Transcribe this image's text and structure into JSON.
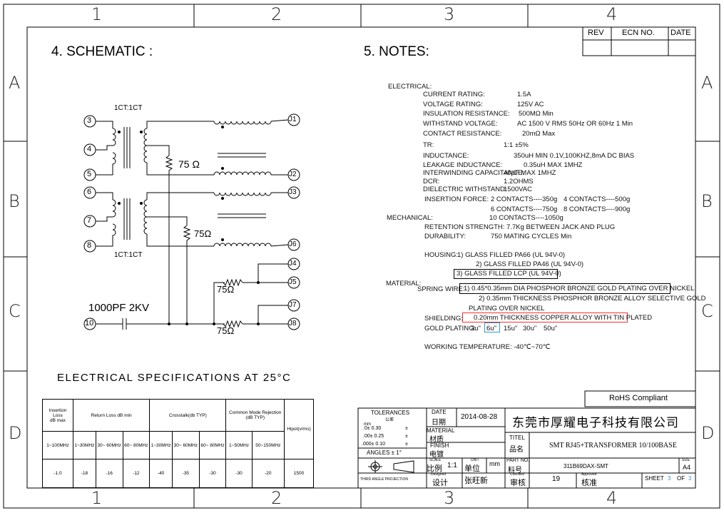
{
  "zones": {
    "cols": [
      "1",
      "2",
      "3",
      "4"
    ],
    "rows": [
      "A",
      "B",
      "C",
      "D"
    ]
  },
  "rev_block": {
    "rev": "REV",
    "ecn": "ECN NO.",
    "date": "DATE"
  },
  "schematic": {
    "heading": "4. SCHEMATIC :",
    "ratio_top": "1CT:1CT",
    "ratio_bottom": "1CT:1CT",
    "left_pins": [
      "3",
      "4",
      "5",
      "6",
      "7",
      "8"
    ],
    "right_pins": [
      "J1",
      "J2",
      "J3",
      "J6",
      "J4",
      "J5",
      "J7",
      "J8"
    ],
    "pin10": "10",
    "res1": "75 Ω",
    "res2": "75Ω",
    "res3": "75Ω",
    "res4": "75Ω",
    "cap_label": "1000PF  2KV"
  },
  "spec_heading": "ELECTRICAL  SPECIFICATIONS  AT 25°C",
  "spec_table": {
    "h_insertion": [
      "Insertion",
      "Loss",
      "dB max"
    ],
    "h_return": "Return Loss dB min",
    "h_crosstalk": "Crosstalk(db TYP)",
    "h_cmr": [
      "Common Mode Rejection",
      "(dB TYP)"
    ],
    "h_hipot": "Hipot(vrms)",
    "sub": [
      "1~100MHz",
      "1~30MHz",
      "30~ 60MHz",
      "60~ 80MHz",
      "1~30MHz",
      "30~ 60MHz",
      "60~ 80MHz",
      "1~50MHz",
      "50~150MHz"
    ],
    "vals": [
      "-1.0",
      "-18",
      "-16",
      "-12",
      "-40",
      "-35",
      "-30",
      "-30",
      "-20",
      "1500"
    ]
  },
  "notes": {
    "heading": "5. NOTES:",
    "electrical_label": "ELECTRICAL:",
    "elec": [
      {
        "k": "CURRENT RATING:",
        "v": "1.5A"
      },
      {
        "k": "VOLTAGE RATING:",
        "v": "125V AC"
      },
      {
        "k": "INSULATION RESISTANCE:",
        "v": "500MΩ Min"
      },
      {
        "k": "WITHSTAND VOLTAGE:",
        "v": "AC 1500 V RMS 50Hz OR 60Hz 1 Min"
      },
      {
        "k": "CONTACT RESISTANCE:",
        "v": "20mΩ Max"
      },
      {
        "k": "TR:",
        "v": "1:1 ±5%"
      },
      {
        "k": "INDUCTANCE:",
        "v": "350uH MIN  0.1V,100KHZ,8mA  DC  BIAS"
      },
      {
        "k": "LEAKAGE INDUCTANCE:",
        "v": "0.35uH MAX  1MHZ"
      },
      {
        "k": "INTERWINDING CAPACITANCE:",
        "v": "40pF  MAX  1MHZ"
      },
      {
        "k": "DCR:",
        "v": "1.2OHMS"
      },
      {
        "k": "DIELECTRIC WITHSTAND:",
        "v": "1500VAC"
      }
    ],
    "mechanical_label": "MECHANICAL:",
    "ins_force_label": "INSERTION FORCE:",
    "ins_force": [
      "2 CONTACTS----350g",
      "4 CONTACTS----500g",
      "6 CONTACTS----750g",
      "8 CONTACTS----900g",
      "10 CONTACTS----1050g"
    ],
    "retention": "RETENTION STRENGTH:  7.7Kg BETWEEN JACK AND PLUG",
    "durability": "DURABILITY:",
    "durability_v": "750 MATING CYCLES Min",
    "housing_label": "HOUSING:",
    "housing": [
      "1) GLASS FILLED PA66 (UL 94V-0)",
      "2) GLASS FILLED PA46 (UL 94V-0)",
      "3) GLASS FILLED LCP (UL 94V-0)"
    ],
    "material_label": "MATERIAL:",
    "spring_label": "SPRING WIRE:",
    "spring1": "1) 0.45*0.35mm DIA PHOSPHOR BRONZE GOLD PLATING OVER NICKEL",
    "spring2": "2) 0.35mm THICKNESS  PHOSPHOR BRONZE ALLOY SELECTIVE GOLD",
    "spring2b": "PLATING OVER NICKEL",
    "shielding_label": "SHIELDING:",
    "shielding": "0.20mm THICKNESS COPPER ALLOY WITH TIN PLATED",
    "gold_label": "GOLD PLATING:",
    "gold": [
      "3u\"",
      "6u\"",
      "15u\"",
      "30u\"",
      "50u\""
    ],
    "temp": "WORKING TEMPERATURE:  -40℃~70℃"
  },
  "title_block": {
    "rohs": "RoHS  Compliant",
    "tol_label": "TOLERANCES",
    "tol_cn": "公差",
    "tol_rows": [
      {
        "a": ".0±  0.30",
        "b": "±"
      },
      {
        "a": ".00±  0.25",
        "b": "±"
      },
      {
        "a": ".000±  0.10",
        "b": "±"
      }
    ],
    "angles": "ANGLES  ±  1°",
    "mm": "mm",
    "date_en": "DATE",
    "date_cn": "日期",
    "date_v": "2014-08-28",
    "material_en": "MATERIAL",
    "material_cn": "材质",
    "finish_en": "FINISH",
    "finish_cn": "电镀",
    "scale_en": "SCALE",
    "scale_cn": "比例",
    "scale_v": "1:1",
    "unit_en": "UNIT",
    "unit_cn": "单位",
    "unit_v": "mm",
    "designed_en": "Designed",
    "designed_cn": "设计",
    "designed_v": "张旺新",
    "checked_en": "Checked",
    "checked_cn": "审核",
    "checked_v": "19",
    "approved_en": "Approved",
    "approved_cn": "核准",
    "company": "东莞市厚耀电子科技有限公司",
    "title_en": "TITEL",
    "title_cn": "品名",
    "title_v": "SMT RJ45+TRANSFORMER 10/100BASE",
    "part_en": "PART NO.",
    "part_cn": "料号",
    "part_v": "311B69DAX-SMT",
    "size_en": "SIZE",
    "size_v": "A4",
    "sheet": "SHEET",
    "sheet_n": "3",
    "of": "OF",
    "sheet_t": "3",
    "projection": "THIRD ANGLE PROJECTION"
  }
}
